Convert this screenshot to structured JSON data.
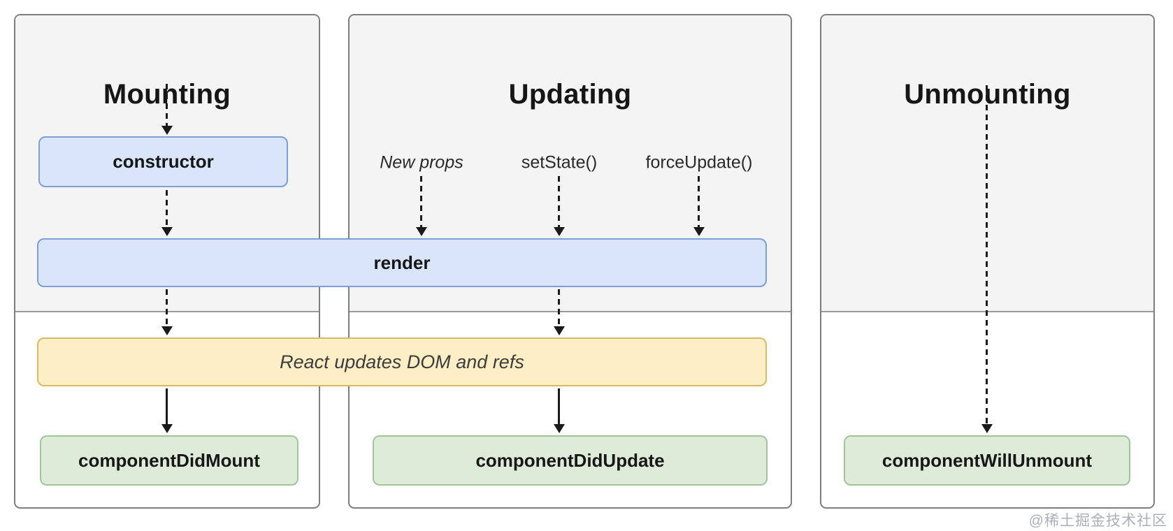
{
  "panels": [
    {
      "title": "Mounting"
    },
    {
      "title": "Updating",
      "triggers": [
        "New props",
        "setState()",
        "forceUpdate()"
      ]
    },
    {
      "title": "Unmounting"
    }
  ],
  "boxes": {
    "constructor_label": "constructor",
    "render_label": "render",
    "react_updates_label": "React updates DOM and refs",
    "did_mount_label": "componentDidMount",
    "did_update_label": "componentDidUpdate",
    "will_unmount_label": "componentWillUnmount"
  },
  "watermark": "@稀土掘金技术社区",
  "colors": {
    "panel_background_top": "#f4f4f4",
    "panel_background_bottom": "#ffffff",
    "panel_border": "#7d7d7d",
    "phase_divider": "#9a9a9a",
    "lifecycle_box_fill": "#d9e5f9",
    "lifecycle_box_border": "#7e9ed6",
    "side_effect_box_fill": "#fdeec6",
    "side_effect_box_border": "#d8b964",
    "commit_box_fill": "#deebd9",
    "commit_box_border": "#a2c49a",
    "arrow": "#1a1a1a",
    "watermark": "#abb0b6"
  }
}
